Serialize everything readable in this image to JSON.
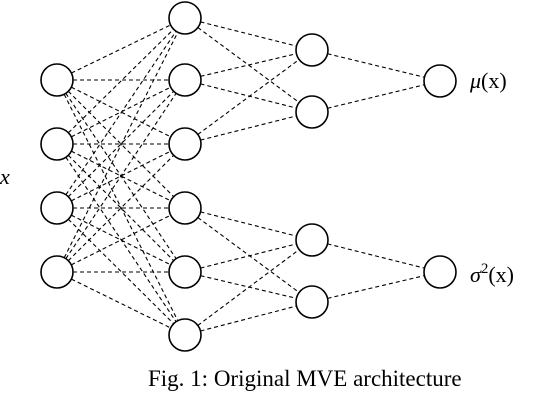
{
  "diagram": {
    "input_label": "x",
    "output_labels": {
      "mean": {
        "symbol": "μ",
        "argument": "(x)"
      },
      "variance": {
        "symbol": "σ",
        "exponent": "2",
        "argument": "(x)"
      }
    },
    "layers": [
      4,
      6,
      4,
      2
    ],
    "edge_style": "dashed",
    "connectivity": "input layer fully connected to hidden layer 1; hidden layer 1 nodes 1-3 feed the upper pair of layer 2 nodes, nodes 4-6 feed the lower pair; each pair feeds one output node"
  },
  "caption": "Fig. 1: Original MVE architecture"
}
